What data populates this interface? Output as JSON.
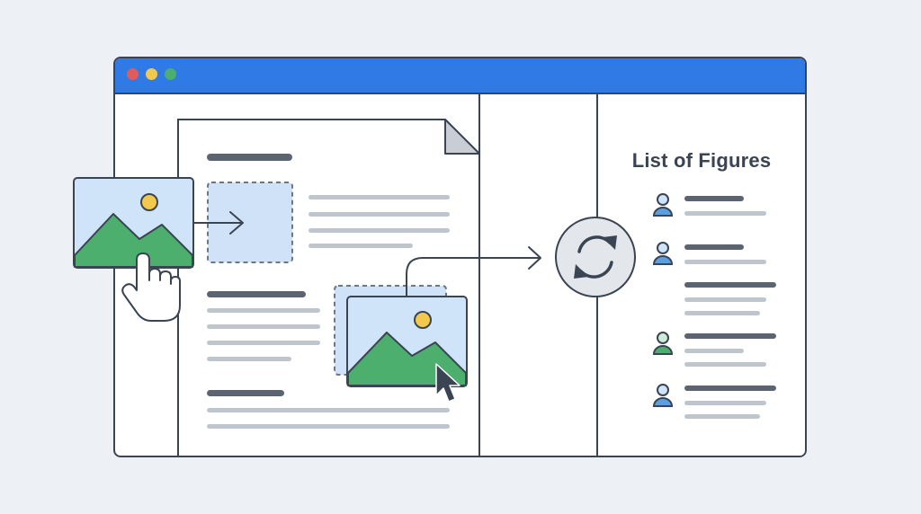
{
  "window": {
    "controls": [
      {
        "name": "close",
        "color": "#e25b5b"
      },
      {
        "name": "minimize",
        "color": "#f2c94c"
      },
      {
        "name": "maximize",
        "color": "#4caf6e"
      }
    ],
    "accent_color": "#2f7ae5"
  },
  "sidebar": {
    "title": "List of Figures",
    "items": [
      {
        "icon": "person-icon",
        "color": "#5aa0e0"
      },
      {
        "icon": "person-icon",
        "color": "#5aa0e0"
      },
      {
        "icon": "none"
      },
      {
        "icon": "person-icon",
        "color": "#4caf6e"
      },
      {
        "icon": "person-icon",
        "color": "#5aa0e0"
      }
    ]
  },
  "action": {
    "icon": "refresh-icon"
  },
  "document": {
    "page_icon": "document-page-icon",
    "image_icon": "mountain-image-icon"
  },
  "cursors": {
    "hand": "hand-pointer-icon",
    "arrow": "arrow-cursor-icon"
  }
}
